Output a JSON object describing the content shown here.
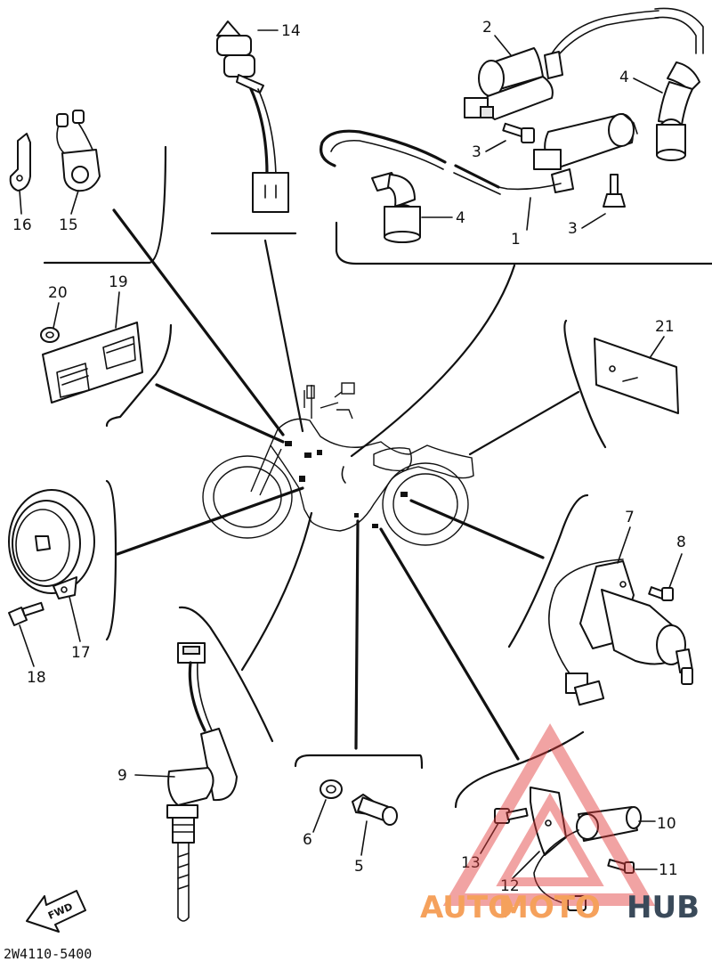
{
  "diagram_code": "2W4110-5400",
  "fwd_label": "FWD",
  "watermark": {
    "text_a": "AUTO",
    "text_b": "MOTO",
    "text_c": "HUB",
    "color_orange": "#f5a15c",
    "color_red": "#e03a3a",
    "color_dark": "#3a4a5a"
  },
  "callouts": {
    "c1": "1",
    "c2": "2",
    "c3a": "3",
    "c3b": "3",
    "c4a": "4",
    "c4b": "4",
    "c5": "5",
    "c6": "6",
    "c7": "7",
    "c8": "8",
    "c9": "9",
    "c10": "10",
    "c11": "11",
    "c12": "12",
    "c13": "13",
    "c14": "14",
    "c15": "15",
    "c16": "16",
    "c17": "17",
    "c18": "18",
    "c19": "19",
    "c20": "20",
    "c21": "21"
  }
}
